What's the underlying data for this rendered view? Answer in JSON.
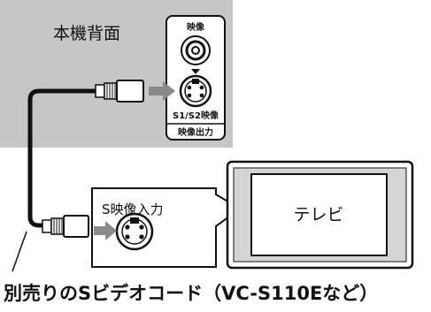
{
  "rear_panel": {
    "title": "本機背面",
    "video_label": "映像",
    "svideo_label": "S1/S2映像",
    "output_label": "映像出力"
  },
  "svideo_input": {
    "label": "S映像入力"
  },
  "tv": {
    "label": "テレビ"
  },
  "caption": "別売りのSビデオコード（VC-S110Eなど）",
  "colors": {
    "panel_gray": "#c6c6c6",
    "arrow_gray": "#8a8a8a",
    "tv_frame": "#d5d5d5",
    "line": "#111111"
  }
}
